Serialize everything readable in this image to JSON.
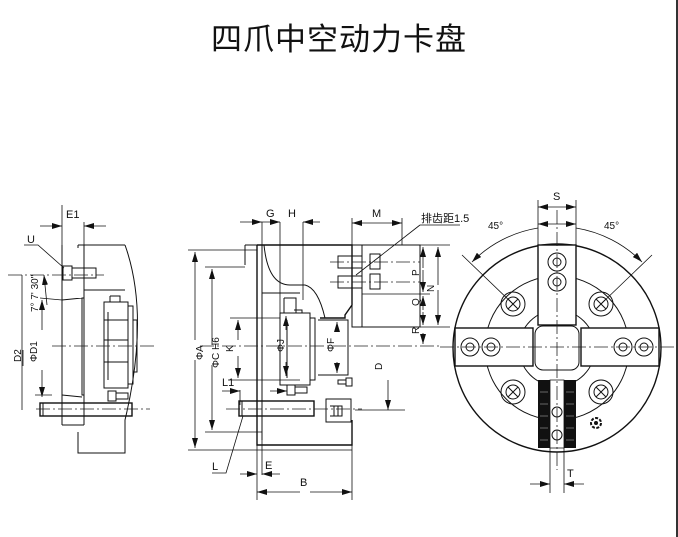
{
  "title": "四爪中空动力卡盘",
  "views": {
    "side_view": {
      "labels": {
        "E1": "E1",
        "U": "U",
        "angle": "7° 7' 30\"",
        "D2": "D2",
        "D1": "ΦD1"
      }
    },
    "section_view": {
      "labels": {
        "G": "G",
        "H": "H",
        "M": "M",
        "pitch": "排齿距1.5",
        "A": "ΦA",
        "C": "ΦC H6",
        "K": "K",
        "J": "ΦJ",
        "F": "ΦF",
        "L1": "L1",
        "L": "L",
        "E": "E",
        "B": "B",
        "D": "D",
        "P": "P",
        "Q": "Q",
        "N": "N",
        "R": "R"
      }
    },
    "front_view": {
      "labels": {
        "S": "S",
        "T": "T",
        "angle_left": "45°",
        "angle_right": "45°"
      }
    }
  },
  "colors": {
    "line": "#111111",
    "frame": "#333333",
    "background": "#ffffff"
  }
}
